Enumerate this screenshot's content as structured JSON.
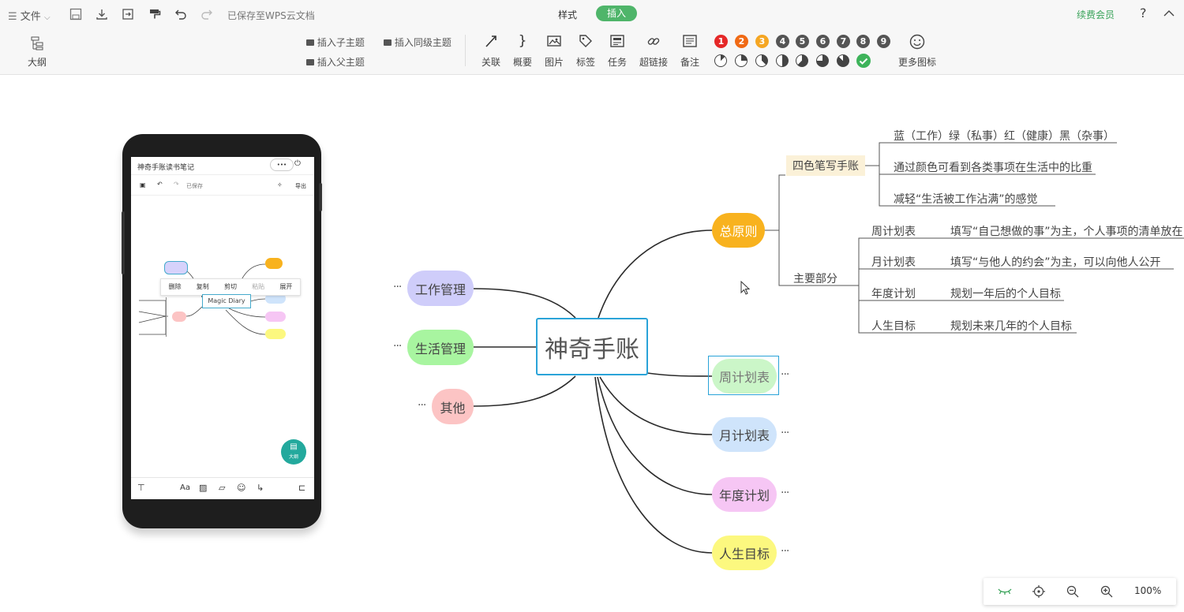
{
  "toolbar": {
    "file_label": "文件",
    "saved_status": "已保存至WPS云文档",
    "tab_style": "样式",
    "tab_insert": "插入",
    "renew_label": "续费会员",
    "help_label": "?",
    "outline_label": "大纲",
    "insert_child": "插入子主题",
    "insert_sibling": "插入同级主题",
    "insert_parent": "插入父主题",
    "tools": {
      "relation": "关联",
      "summary": "概要",
      "image": "图片",
      "tag": "标签",
      "task": "任务",
      "hyperlink": "超链接",
      "note": "备注",
      "more_icons": "更多图标"
    },
    "priorities": [
      "1",
      "2",
      "3",
      "4",
      "5",
      "6",
      "7",
      "8",
      "9"
    ],
    "priority_colors": [
      "#e52828",
      "#f06a15",
      "#f5a623",
      "#555555",
      "#555555",
      "#555555",
      "#555555",
      "#555555",
      "#555555"
    ],
    "accent_color": "#4fb56a"
  },
  "mindmap": {
    "root": "神奇手账",
    "left": {
      "work": "工作管理",
      "life": "生活管理",
      "other": "其他"
    },
    "right": {
      "principle": "总原则",
      "weekly": "周计划表",
      "monthly": "月计划表",
      "yearly": "年度计划",
      "life_goal": "人生目标"
    },
    "principle_children": {
      "four_color": "四色笔写手账",
      "main_parts": "主要部分"
    },
    "four_color_items": [
      "蓝（工作）绿（私事）红（健康）黑（杂事）",
      "通过颜色可看到各类事项在生活中的比重",
      "减轻“生活被工作沾满”的感觉"
    ],
    "main_part_items": [
      {
        "name": "周计划表",
        "desc": "填写“自己想做的事”为主，个人事项的清单放在"
      },
      {
        "name": "月计划表",
        "desc": "填写“与他人的约会”为主，可以向他人公开"
      },
      {
        "name": "年度计划",
        "desc": "规划一年后的个人目标"
      },
      {
        "name": "人生目标",
        "desc": "规划未来几年的个人目标"
      }
    ],
    "ellipsis": "···"
  },
  "phone": {
    "title": "神奇手账读书笔记",
    "more": "•••",
    "saved": "已保存",
    "export": "导出",
    "center": "Magic Diary",
    "context_menu": [
      "删除",
      "复制",
      "剪切",
      "粘贴",
      "展开"
    ],
    "fab_label": "大纲"
  },
  "zoom": {
    "level": "100%"
  }
}
